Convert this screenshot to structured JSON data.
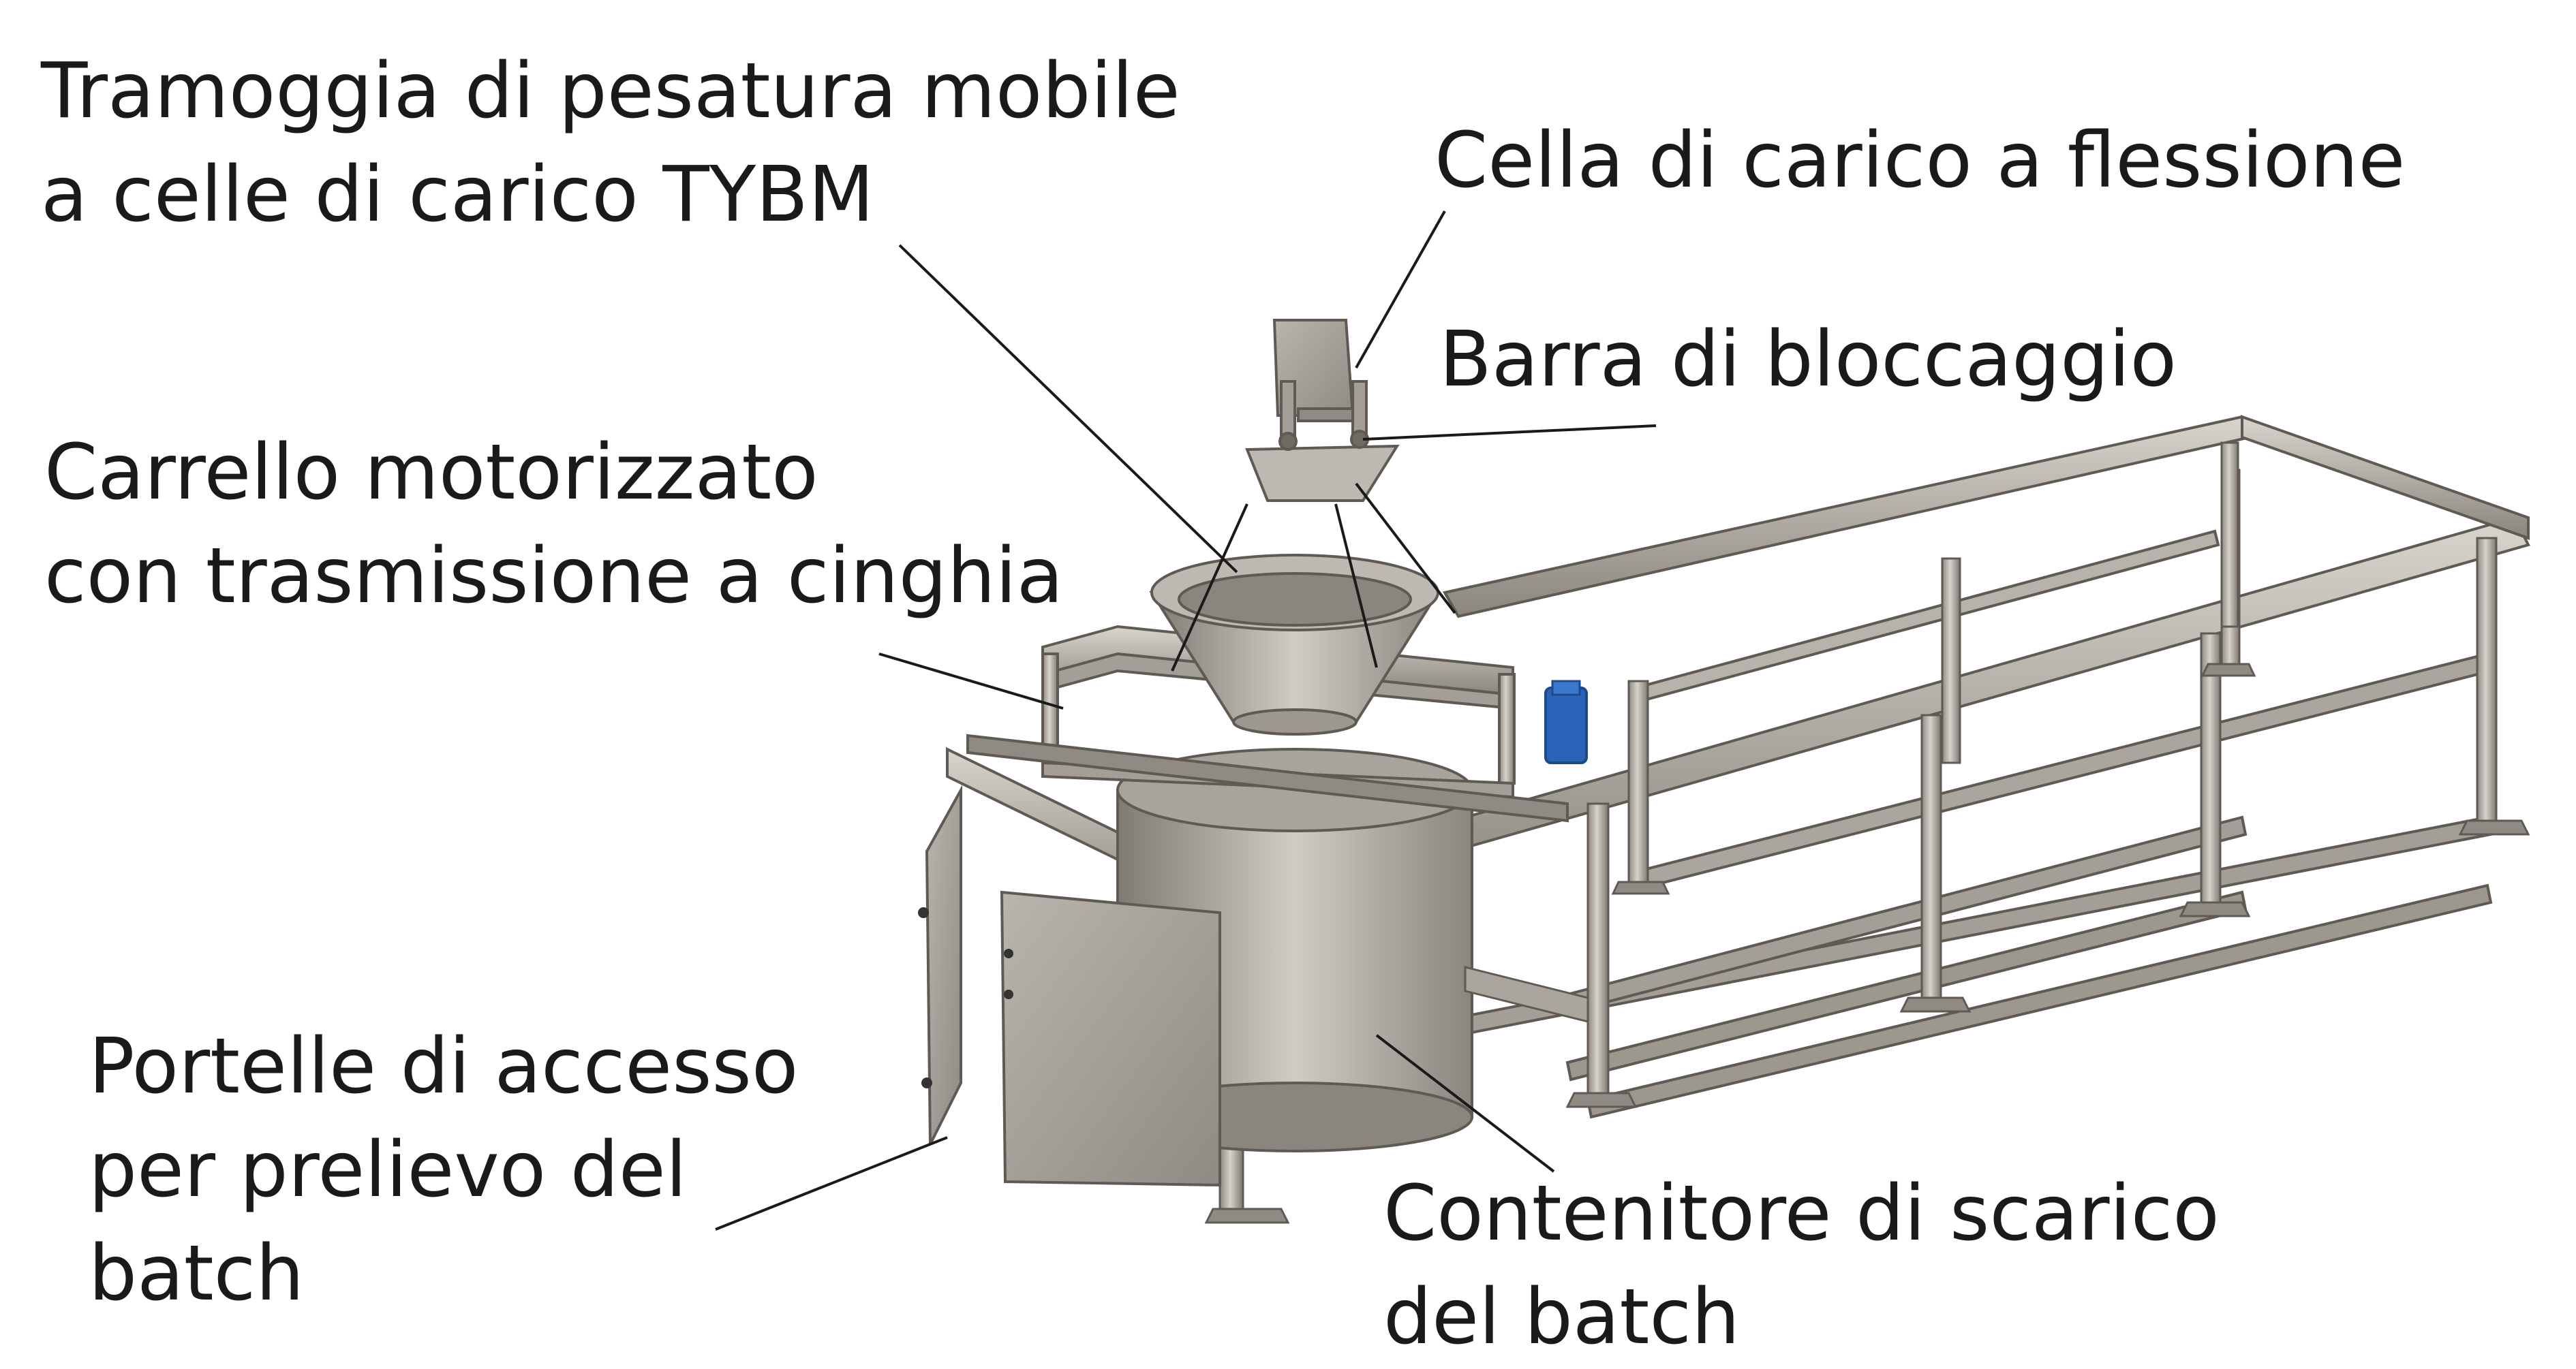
{
  "labels": {
    "hopper": [
      "Tramoggia di pesatura mobile",
      "a celle di carico TYBM"
    ],
    "load_cell": [
      "Cella di carico a flessione"
    ],
    "lock_bar": [
      "Barra di bloccaggio"
    ],
    "carriage": [
      "Carrello motorizzato",
      "con trasmissione a cinghia"
    ],
    "doors": [
      "Portelle di accesso",
      "per prelievo del",
      "batch"
    ],
    "container": [
      "Contenitore di scarico",
      "del batch"
    ]
  },
  "colors": {
    "steel_light": "#c9c5bf",
    "steel_mid": "#9c978f",
    "steel_dark": "#6f6a63",
    "motor_blue": "#2a63b8",
    "leader_line": "#1a1a1a",
    "text": "#1a1a1a"
  }
}
